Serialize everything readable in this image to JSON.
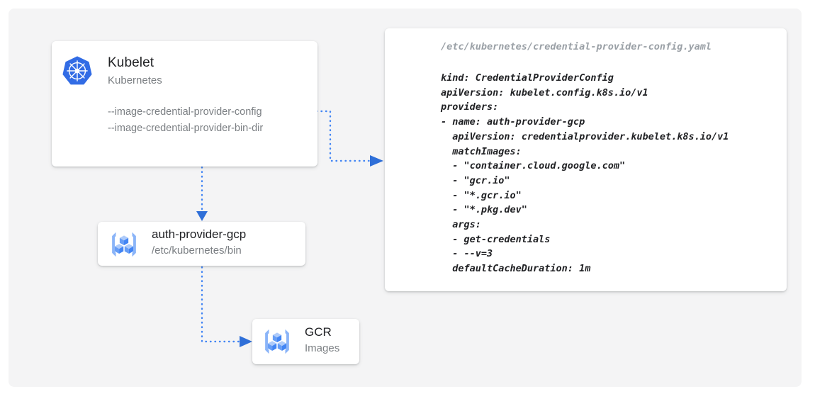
{
  "canvas": {
    "background": "#f4f4f5",
    "accent": "#4285f4"
  },
  "kubelet_card": {
    "icon": "kubernetes-helm-wheel-icon",
    "title": "Kubelet",
    "subtitle": "Kubernetes",
    "flags": "--image-credential-provider-config\n--image-credential-provider-bin-dir"
  },
  "auth_provider_card": {
    "icon": "gcp-container-registry-icon",
    "title": "auth-provider-gcp",
    "subtitle": "/etc/kubernetes/bin"
  },
  "gcr_card": {
    "icon": "gcp-container-registry-icon",
    "title": "GCR",
    "subtitle": "Images"
  },
  "yaml_card": {
    "path": "/etc/kubernetes/credential-provider-config.yaml",
    "content": "kind: CredentialProviderConfig\napiVersion: kubelet.config.k8s.io/v1\nproviders:\n- name: auth-provider-gcp\n  apiVersion: credentialprovider.kubelet.k8s.io/v1\n  matchImages:\n  - \"container.cloud.google.com\"\n  - \"gcr.io\"\n  - \"*.gcr.io\"\n  - \"*.pkg.dev\"\n  args:\n  - get-credentials\n  - --v=3\n  defaultCacheDuration: 1m"
  },
  "connectors": [
    {
      "name": "kubelet-to-config",
      "from": "kubelet-card",
      "to": "yaml-card"
    },
    {
      "name": "kubelet-to-auth-provider",
      "from": "kubelet-card",
      "to": "auth-provider-card"
    },
    {
      "name": "auth-provider-to-gcr",
      "from": "auth-provider-card",
      "to": "gcr-card"
    }
  ]
}
